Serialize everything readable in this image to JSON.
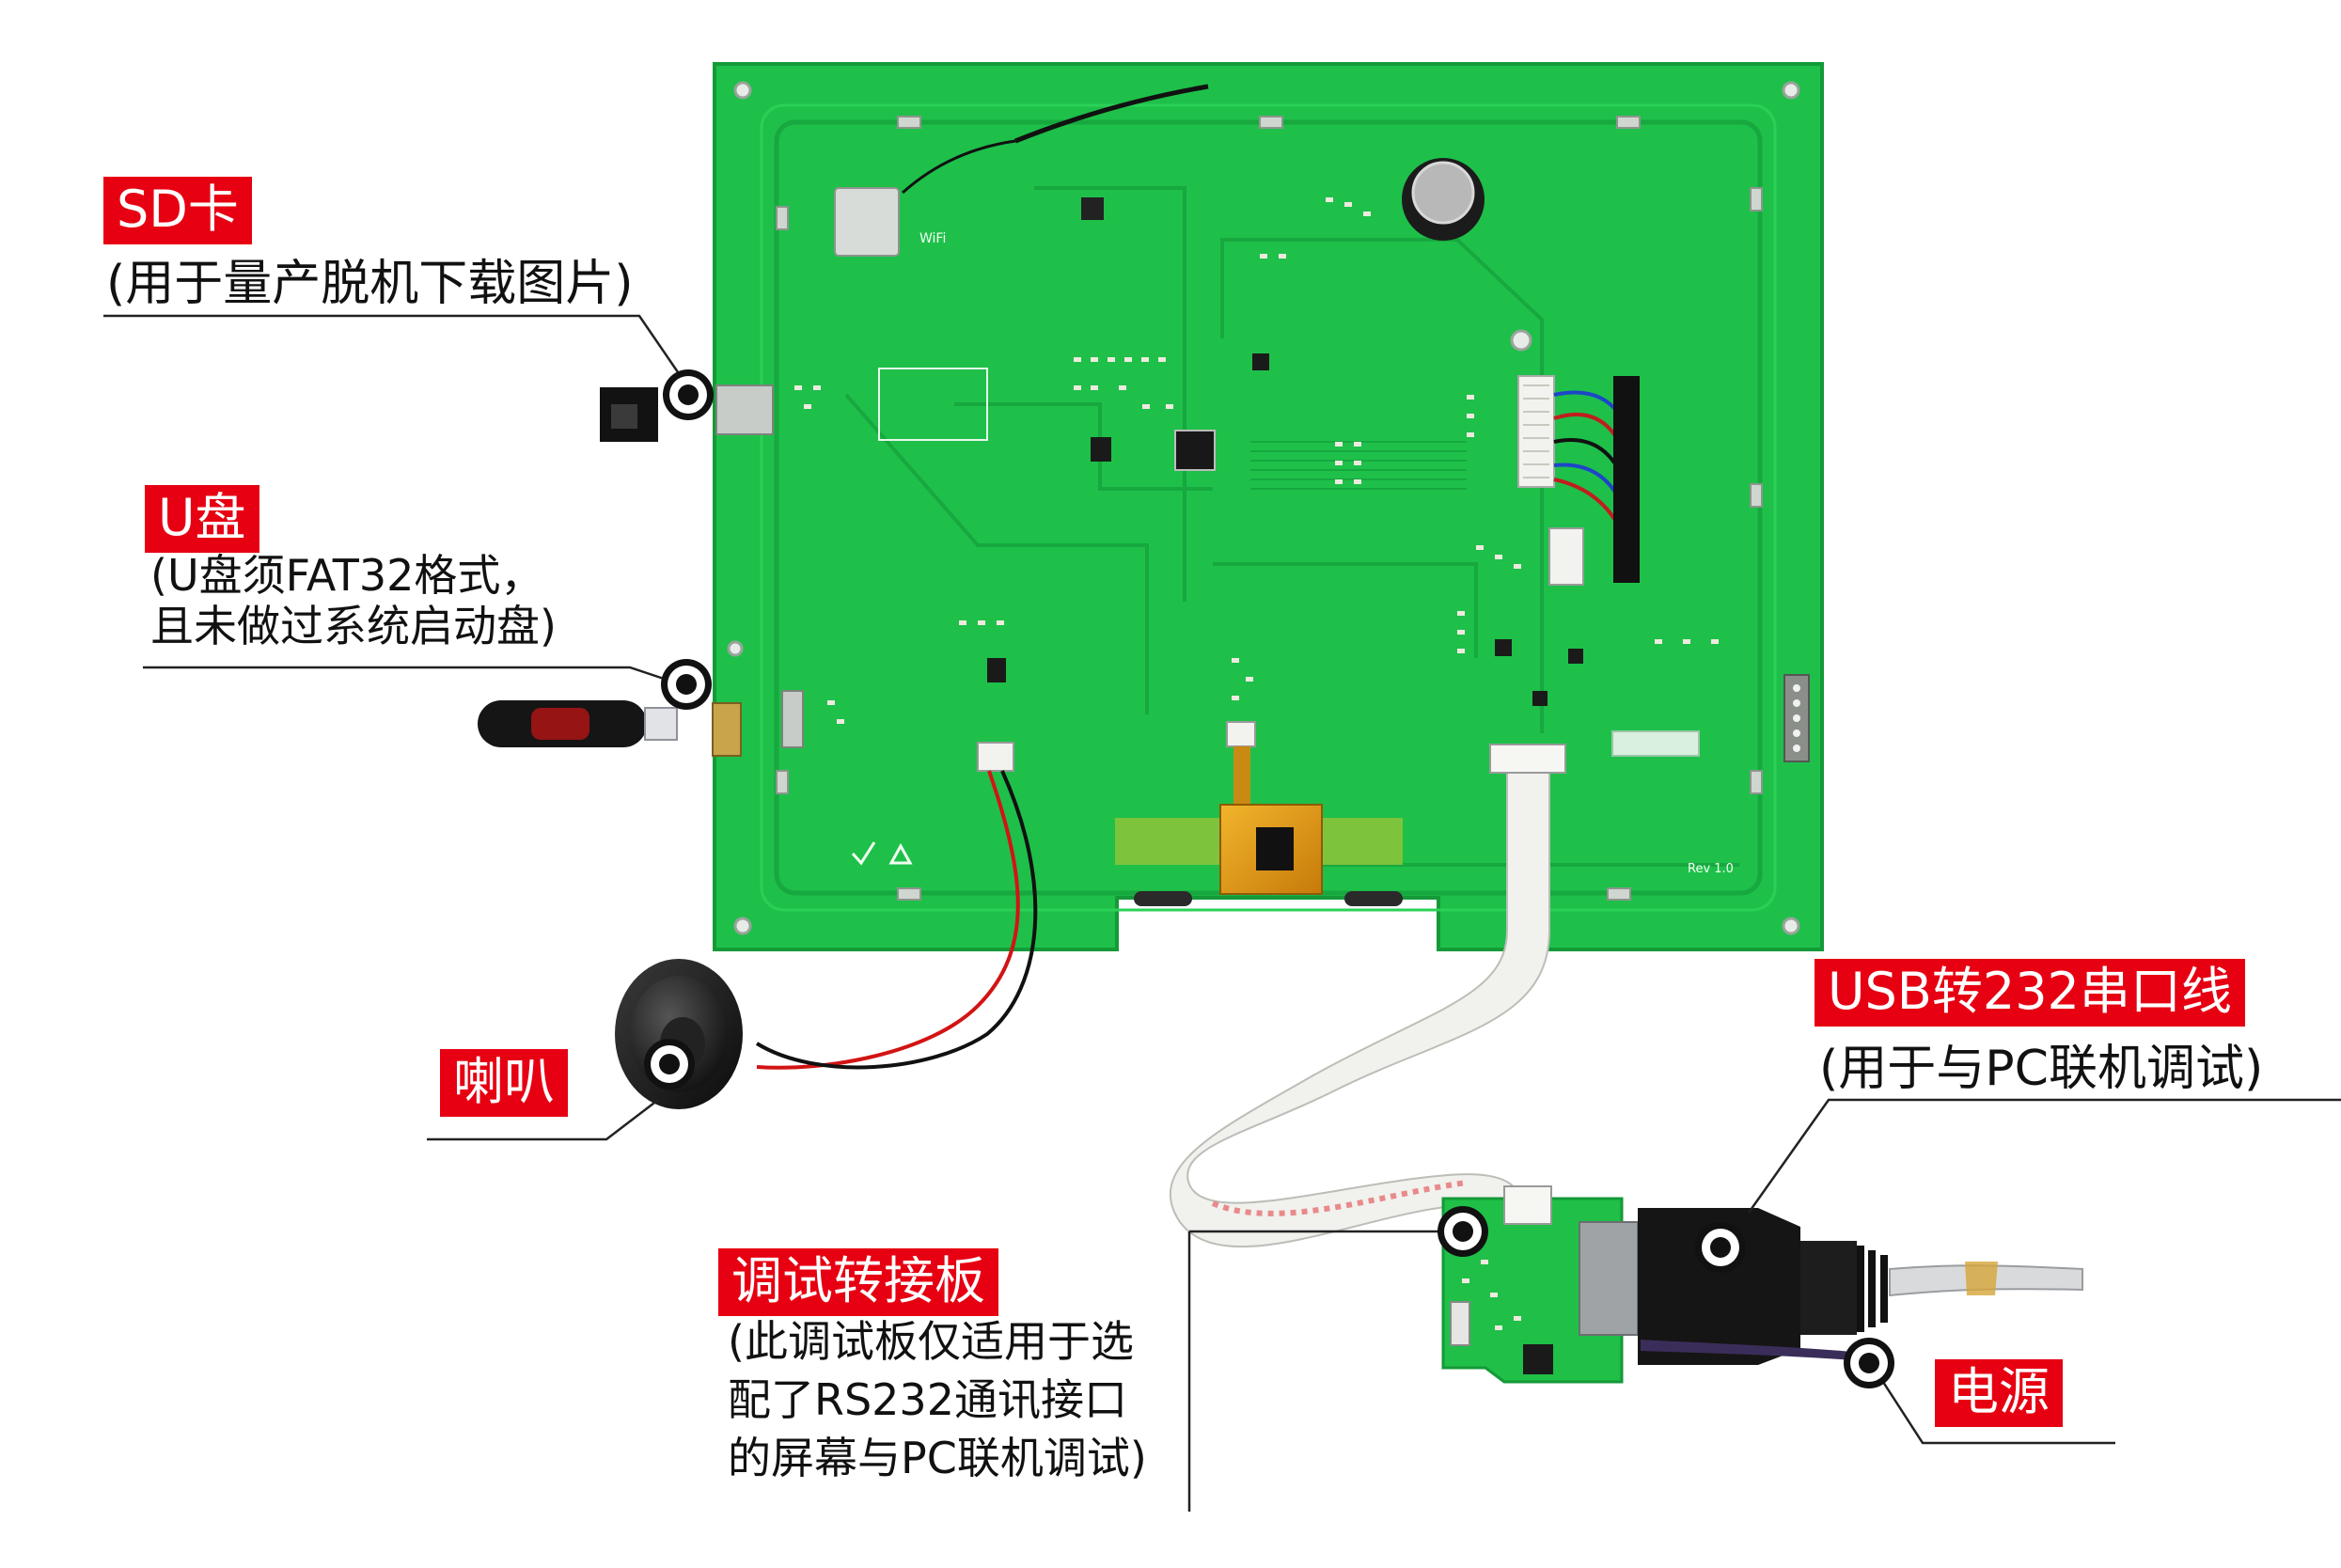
{
  "colors": {
    "label_bg": "#e60012",
    "label_text": "#ffffff",
    "pcb": "#1ec04a",
    "text": "#111111"
  },
  "callouts": {
    "sd": {
      "label": "SD卡",
      "desc": [
        "(用于量产脱机下载图片)"
      ]
    },
    "udisk": {
      "label": "U盘",
      "desc": [
        "(U盘须FAT32格式，",
        "且未做过系统启动盘)"
      ]
    },
    "speaker": {
      "label": "喇叭"
    },
    "usb232": {
      "label": "USB转232串口线",
      "desc": [
        "(用于与PC联机调试)"
      ]
    },
    "debug_board": {
      "label": "调试转接板",
      "desc": [
        "(此调试板仅适用于选",
        "配了RS232通讯接口",
        "的屏幕与PC联机调试)"
      ]
    },
    "power": {
      "label": "电源"
    }
  },
  "board_marks": {
    "wifi": "WiFi",
    "rev": "Rev 1.0"
  },
  "icons": [
    "sd-card-icon",
    "usb-flash-drive-icon",
    "speaker-icon",
    "usb-serial-cable-icon",
    "debug-board-icon",
    "marker-dot-icon"
  ]
}
